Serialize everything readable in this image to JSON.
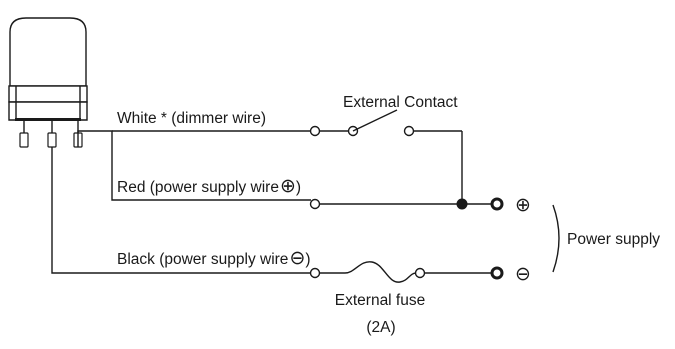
{
  "labels": {
    "white_wire": "White * (dimmer wire)",
    "external_contact": "External Contact",
    "red_wire": "Red (power supply wire",
    "black_wire": "Black (power supply wire",
    "external_fuse": "External fuse",
    "fuse_rating": "(2A)",
    "power_supply": "Power supply"
  },
  "symbols": {
    "plus": "⊕",
    "minus": "⊖",
    "close_paren": ")"
  },
  "icons": {
    "lamp": "signal-lamp-icon",
    "switch": "switch-contact-icon",
    "fuse": "fuse-icon",
    "bracket": "bracket-icon"
  }
}
